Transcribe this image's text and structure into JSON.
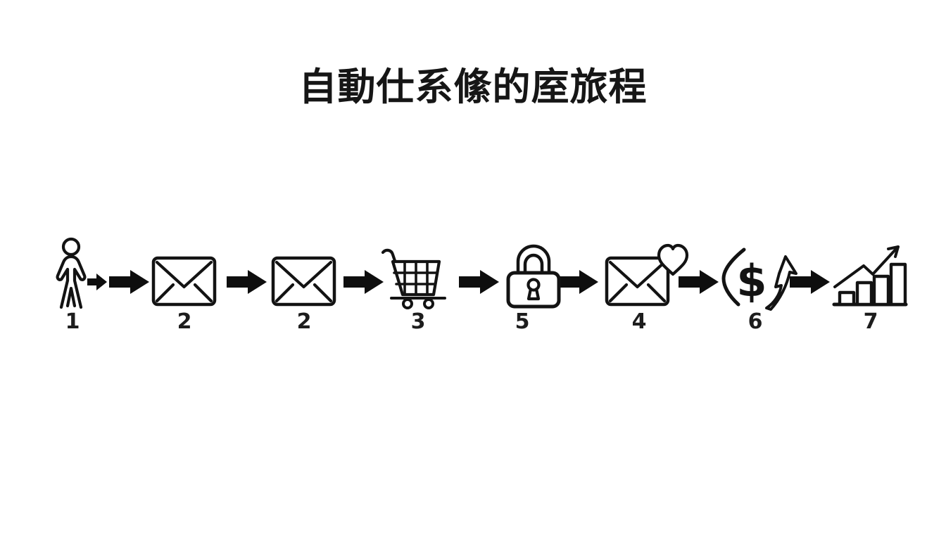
{
  "page": {
    "kind": "process-flow-diagram",
    "background_color": "#ffffff",
    "ink_color": "#131313"
  },
  "title": {
    "text": "自動仕系絛的庢旅程"
  },
  "flow": {
    "steps": [
      {
        "icon": "person",
        "number": "1"
      },
      {
        "icon": "envelope",
        "number": "2"
      },
      {
        "icon": "envelope",
        "number": "2"
      },
      {
        "icon": "shopping-cart",
        "number": "3"
      },
      {
        "icon": "padlock",
        "number": "5"
      },
      {
        "icon": "envelope-heart",
        "number": "4"
      },
      {
        "icon": "money-growth",
        "number": "6",
        "currency_symbol": "$"
      },
      {
        "icon": "bar-chart-growth",
        "number": "7"
      }
    ],
    "connector_icon": "solid-right-arrow",
    "connector_count": 7,
    "small_arrow_after_person": true
  }
}
